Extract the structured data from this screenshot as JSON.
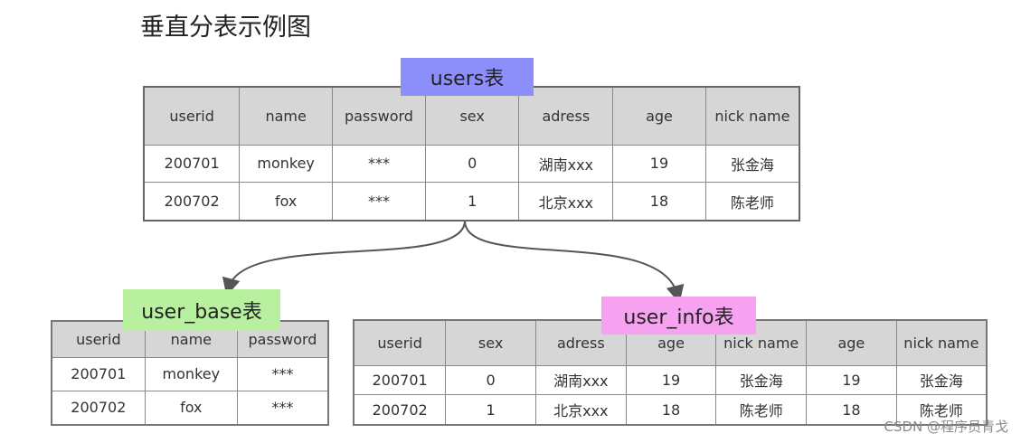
{
  "title": "垂直分表示例图",
  "users": {
    "label": "users表",
    "headers": [
      "userid",
      "name",
      "password",
      "sex",
      "adress",
      "age",
      "nick name"
    ],
    "rows": [
      [
        "200701",
        "monkey",
        "***",
        "0",
        "湖南xxx",
        "19",
        "张金海"
      ],
      [
        "200702",
        "fox",
        "***",
        "1",
        "北京xxx",
        "18",
        "陈老师"
      ]
    ]
  },
  "user_base": {
    "label": "user_base表",
    "headers": [
      "userid",
      "name",
      "password"
    ],
    "rows": [
      [
        "200701",
        "monkey",
        "***"
      ],
      [
        "200702",
        "fox",
        "***"
      ]
    ]
  },
  "user_info": {
    "label": "user_info表",
    "headers": [
      "userid",
      "sex",
      "adress",
      "age",
      "nick name",
      "age",
      "nick name"
    ],
    "rows": [
      [
        "200701",
        "0",
        "湖南xxx",
        "19",
        "张金海",
        "19",
        "张金海"
      ],
      [
        "200702",
        "1",
        "北京xxx",
        "18",
        "陈老师",
        "18",
        "陈老师"
      ]
    ]
  },
  "watermark": "CSDN @程序员青戈",
  "colors": {
    "users_tag": "#8c8ef9",
    "user_base_tag": "#b8f0a0",
    "user_info_tag": "#f6a2f0",
    "header_bg": "#d6d6d6",
    "border": "#888888"
  }
}
